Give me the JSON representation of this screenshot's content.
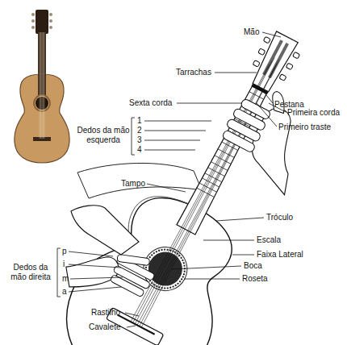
{
  "diagram": {
    "labels": [
      "Mão",
      "Tarrachas",
      "Sexta corda",
      "Pestana",
      "Primeira corda",
      "Primeiro traste",
      "Dedos da mão esquerda",
      "1",
      "2",
      "3",
      "4",
      "Tampo",
      "Tróculo",
      "Escala",
      "Faixa Lateral",
      "Boca",
      "Roseta",
      "Dedos da mão direita",
      "p",
      "i",
      "m",
      "a",
      "Rastilho",
      "Cavalete"
    ]
  }
}
